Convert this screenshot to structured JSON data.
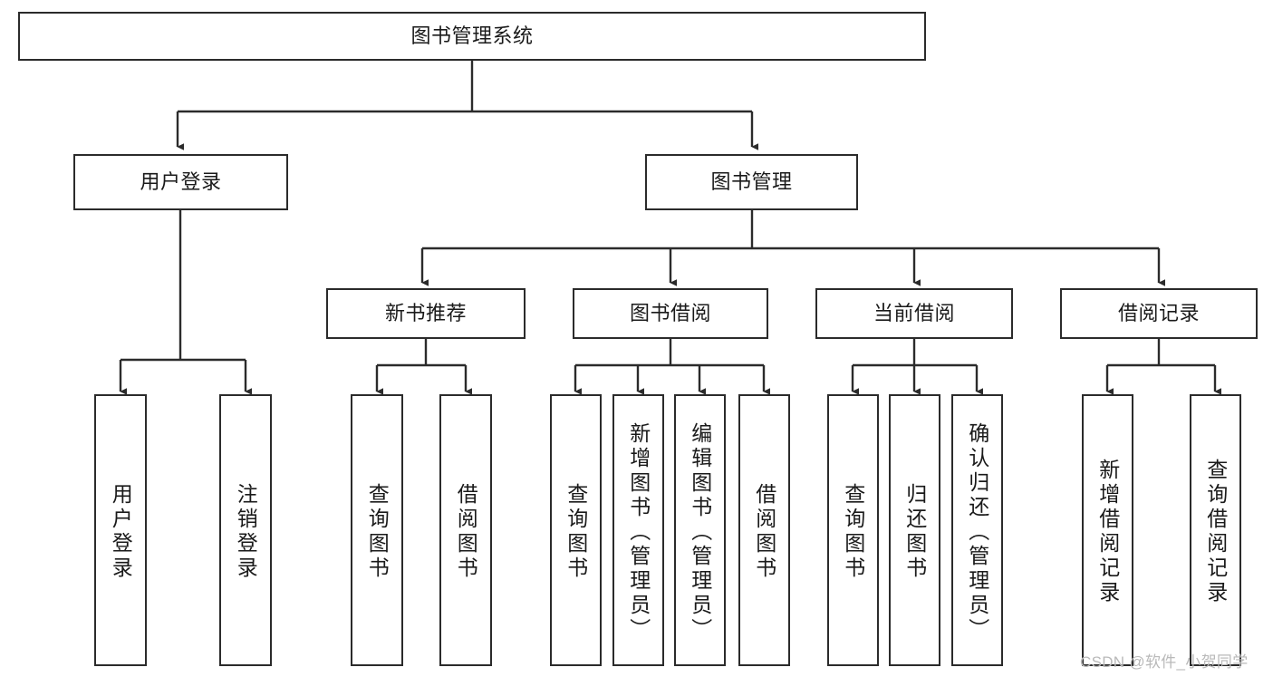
{
  "diagram": {
    "type": "hierarchy-tree",
    "title": "图书管理系统",
    "root": {
      "label": "图书管理系统"
    },
    "level2": [
      {
        "label": "用户登录"
      },
      {
        "label": "图书管理"
      }
    ],
    "level3": [
      {
        "label": "新书推荐"
      },
      {
        "label": "图书借阅"
      },
      {
        "label": "当前借阅"
      },
      {
        "label": "借阅记录"
      }
    ],
    "leaves": {
      "user_login": [
        {
          "label": "用户登录"
        },
        {
          "label": "注销登录"
        }
      ],
      "new_book_recommend": [
        {
          "label": "查询图书"
        },
        {
          "label": "借阅图书"
        }
      ],
      "book_borrow": [
        {
          "label": "查询图书"
        },
        {
          "label": "新增图书（管理员）"
        },
        {
          "label": "编辑图书（管理员）"
        },
        {
          "label": "借阅图书"
        }
      ],
      "current_borrow": [
        {
          "label": "查询图书"
        },
        {
          "label": "归还图书"
        },
        {
          "label": "确认归还（管理员）"
        }
      ],
      "borrow_record": [
        {
          "label": "新增借阅记录"
        },
        {
          "label": "查询借阅记录"
        }
      ]
    }
  },
  "watermark": {
    "text": "CSDN @软件_小贺同学"
  },
  "colors": {
    "stroke": "#2b2b2b",
    "background": "#ffffff",
    "text": "#1a1a1a",
    "watermark": "#b9b9b9"
  }
}
